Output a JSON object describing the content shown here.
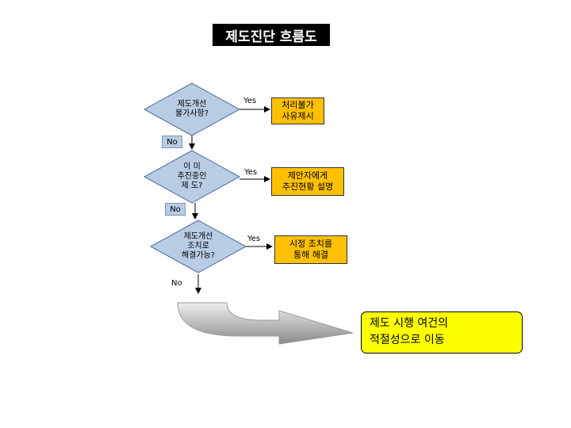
{
  "title": "제도진단 흐름도",
  "decisions": [
    {
      "text": "제도개선\n불가사항?",
      "yes_label": "Yes",
      "outcome": "처리불가\n사유제시",
      "no_label": "No"
    },
    {
      "text": "이  미\n추진중인\n제  도?",
      "yes_label": "Yes",
      "outcome": "제안자에게\n추진현황 설명",
      "no_label": "No"
    },
    {
      "text": "제도개선\n조치로\n해결가능?",
      "yes_label": "Yes",
      "outcome": "시정 조치를\n통해 해결",
      "no_label": "No"
    }
  ],
  "final": "제도 시행 여건의\n적절성으로 이동",
  "colors": {
    "diamond_fill": "#b8cce4",
    "diamond_stroke": "#4f6f9f",
    "outcome_fill": "#ffc000",
    "final_fill": "#ffff00",
    "no_badge_fill": "#b8cce4"
  }
}
